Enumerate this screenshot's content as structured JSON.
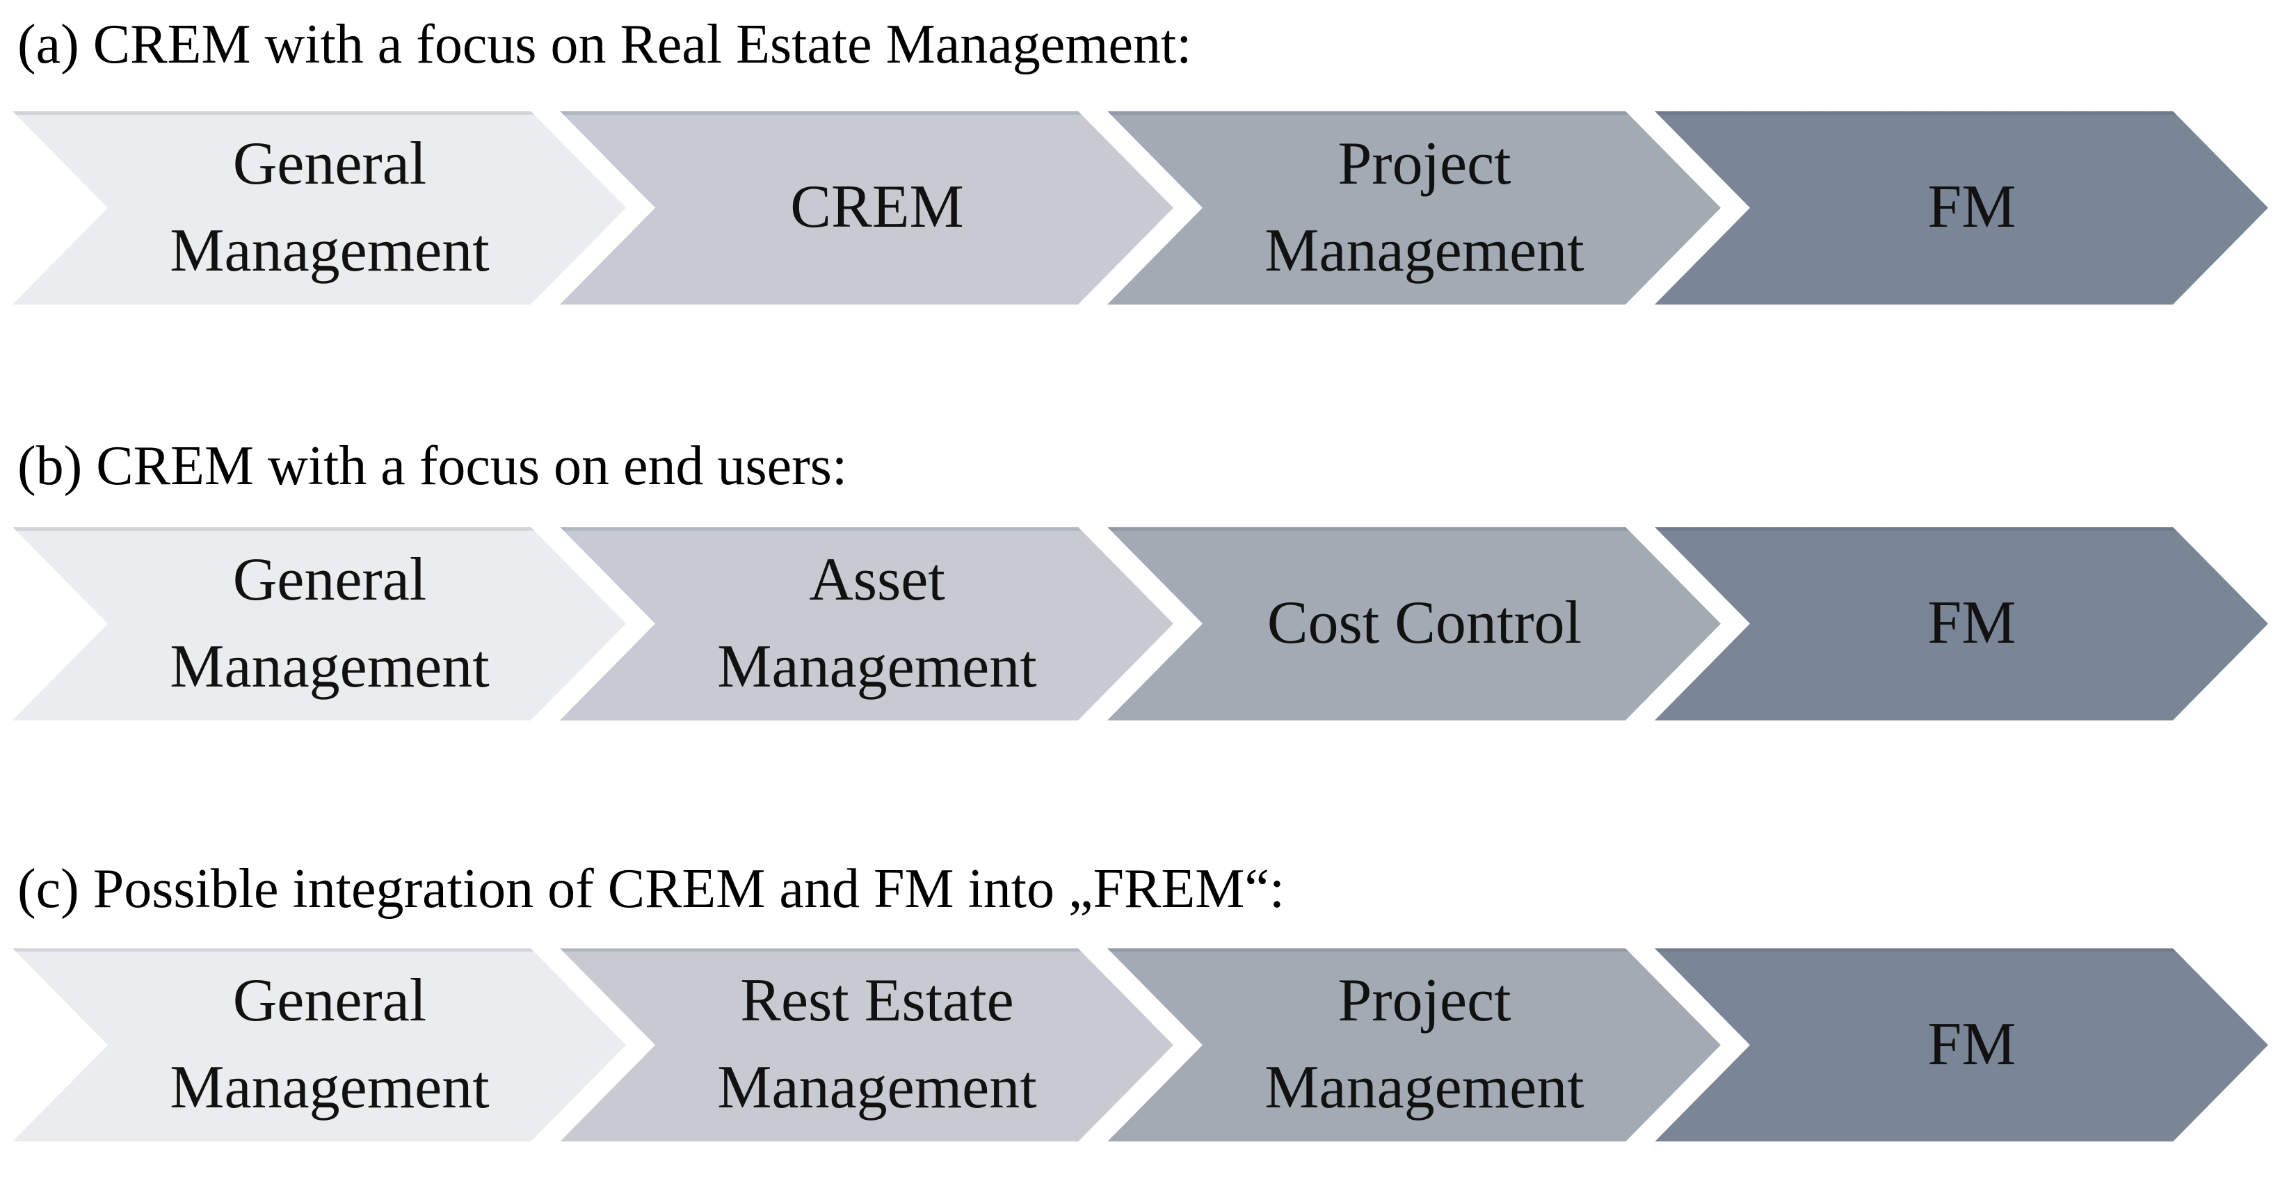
{
  "figure": {
    "colors": {
      "step1": "#ebecee",
      "step2": "#c7cad0",
      "step3": "#a3aab4",
      "step4": "#7a8695",
      "text": "#111111"
    },
    "sections": [
      {
        "heading": "(a) CREM with a focus on Real Estate Management:",
        "steps": [
          {
            "label": "General\nManagement"
          },
          {
            "label": "CREM"
          },
          {
            "label": "Project\nManagement"
          },
          {
            "label": "FM"
          }
        ]
      },
      {
        "heading": "(b) CREM with a focus on end users:",
        "steps": [
          {
            "label": "General\nManagement"
          },
          {
            "label": "Asset\nManagement"
          },
          {
            "label": "Cost Control"
          },
          {
            "label": "FM"
          }
        ]
      },
      {
        "heading": "(c) Possible integration of CREM and FM into „FREM“:",
        "steps": [
          {
            "label": "General\nManagement"
          },
          {
            "label": "Rest Estate\nManagement"
          },
          {
            "label": "Project\nManagement"
          },
          {
            "label": "FM"
          }
        ]
      }
    ]
  }
}
